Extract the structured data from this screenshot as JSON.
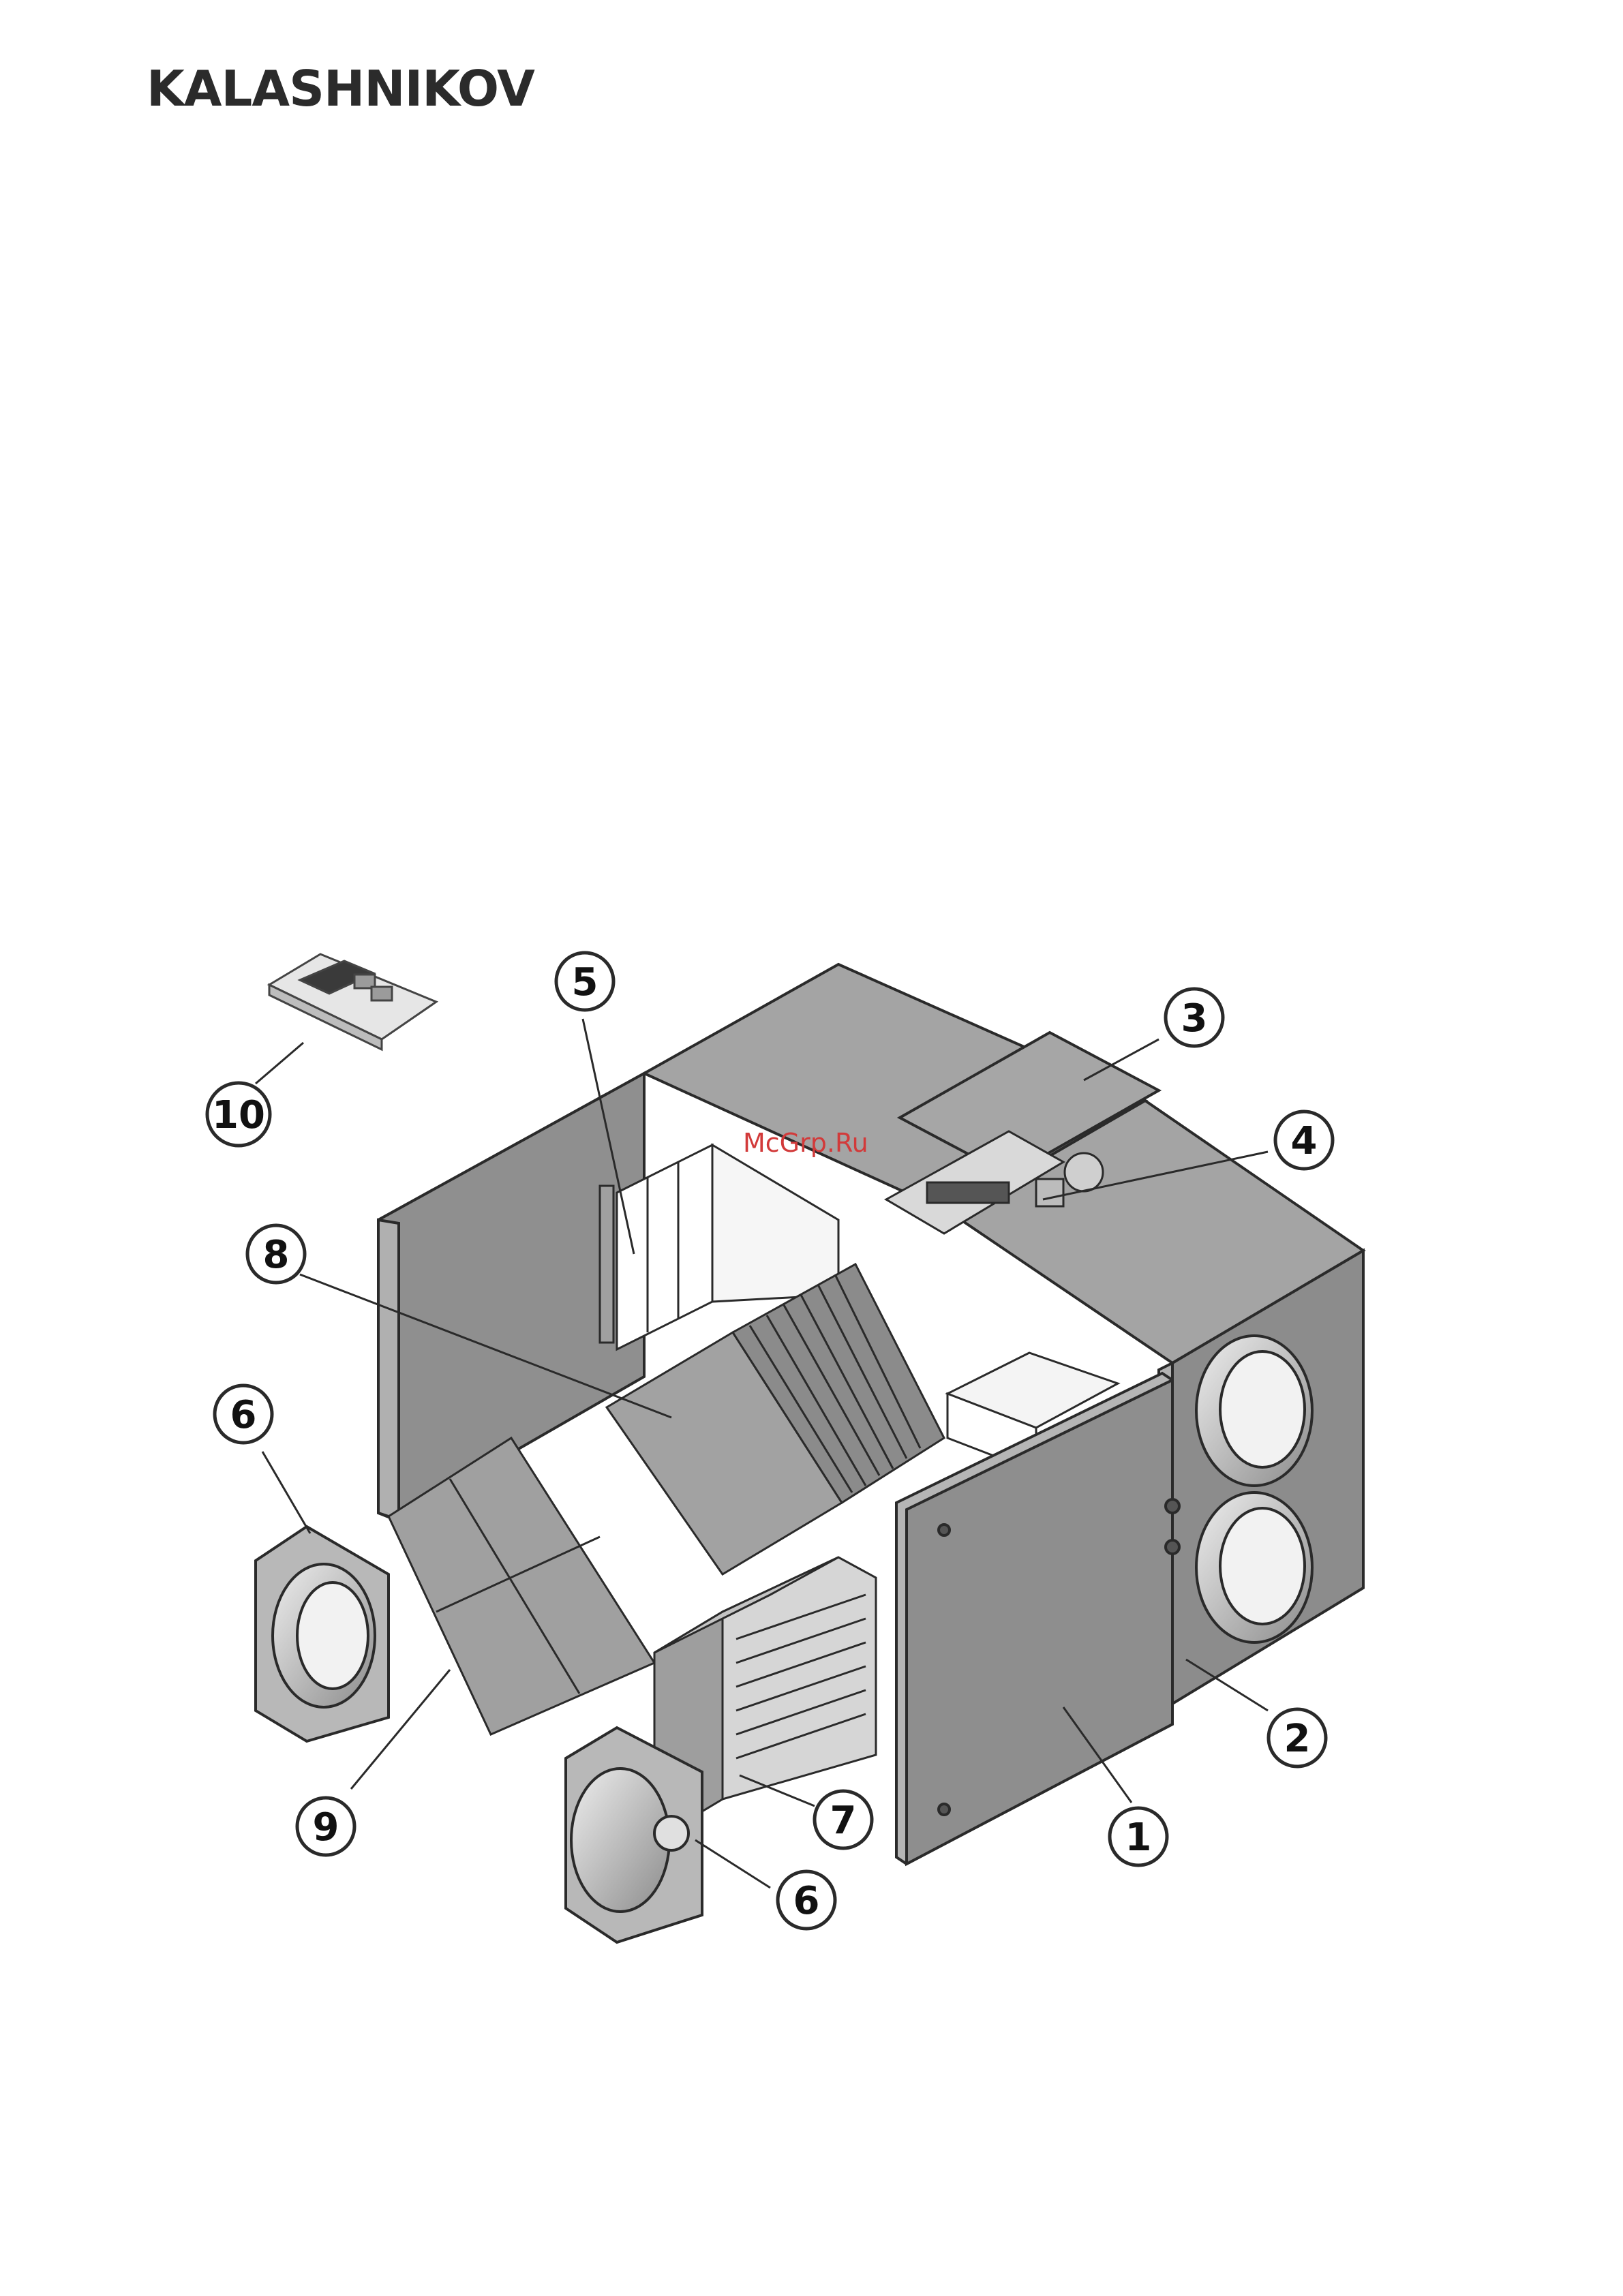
{
  "header": {
    "brand": "KALASHNIKOV"
  },
  "watermark": "McGrp.Ru",
  "callouts": [
    "1",
    "2",
    "3",
    "4",
    "5",
    "6",
    "6",
    "7",
    "8",
    "9",
    "10"
  ],
  "colors": {
    "panel_dark": "#8f8f8f",
    "panel_mid": "#a9a9a9",
    "panel_light": "#c8c8c8",
    "outline": "#2a2a2a"
  }
}
